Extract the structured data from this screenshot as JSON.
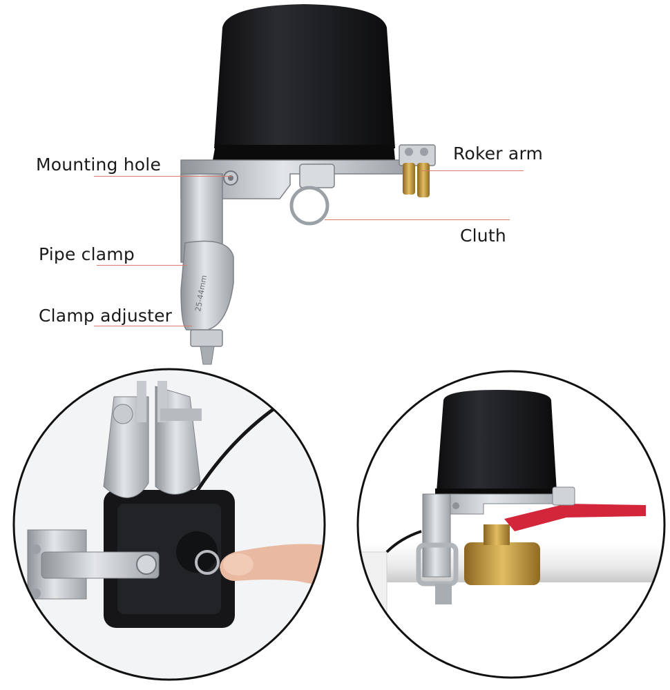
{
  "labels": {
    "mounting_hole": "Mounting hole",
    "roker_arm": "Roker arm",
    "cluth": "Cluth",
    "pipe_clamp": "Pipe clamp",
    "clamp_adjuster": "Clamp adjuster"
  },
  "clamp_marking": "25-44mm",
  "colors": {
    "housing": "#1c1c1e",
    "metal": "#b9bdc2",
    "brass": "#c59a3c",
    "handle_red": "#d3263a",
    "pipe": "#f2f2f2",
    "leader_line": "#d97a6a",
    "circle_border": "#111111"
  }
}
